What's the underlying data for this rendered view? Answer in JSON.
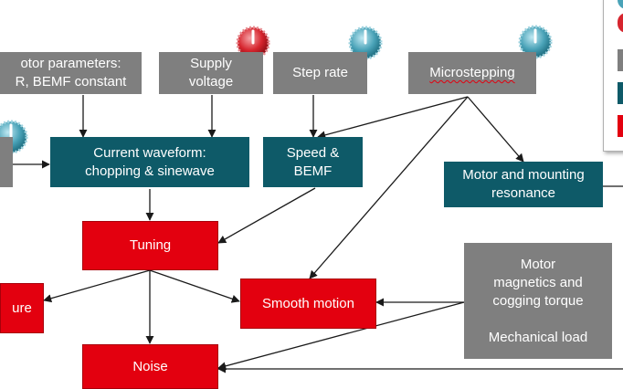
{
  "boxes": {
    "motor_params": "otor parameters:\nR, BEMF constant",
    "supply_voltage": "Supply\nvoltage",
    "step_rate": "Step rate",
    "microstepping": "Microstepping",
    "current_waveform": "Current waveform:\nchopping & sinewave",
    "speed_bemf": "Speed &\nBEMF",
    "motor_resonance": "Motor and mounting\nresonance",
    "tuning": "Tuning",
    "smooth_motion": "Smooth motion",
    "magnetics": "Motor\nmagnetics and\ncogging torque\n\nMechanical load",
    "noise": "Noise",
    "temperature": "ure"
  },
  "colors": {
    "gray": "#7f7f7f",
    "teal": "#0e5a68",
    "red": "#e3000f",
    "knob_blue": "#4aa3b8",
    "knob_red": "#d6252e"
  },
  "icons": {
    "knob_supply": "red-dial-knob-icon",
    "knob_step": "blue-dial-knob-icon",
    "knob_micro": "blue-dial-knob-icon",
    "knob_left": "blue-dial-knob-icon"
  }
}
